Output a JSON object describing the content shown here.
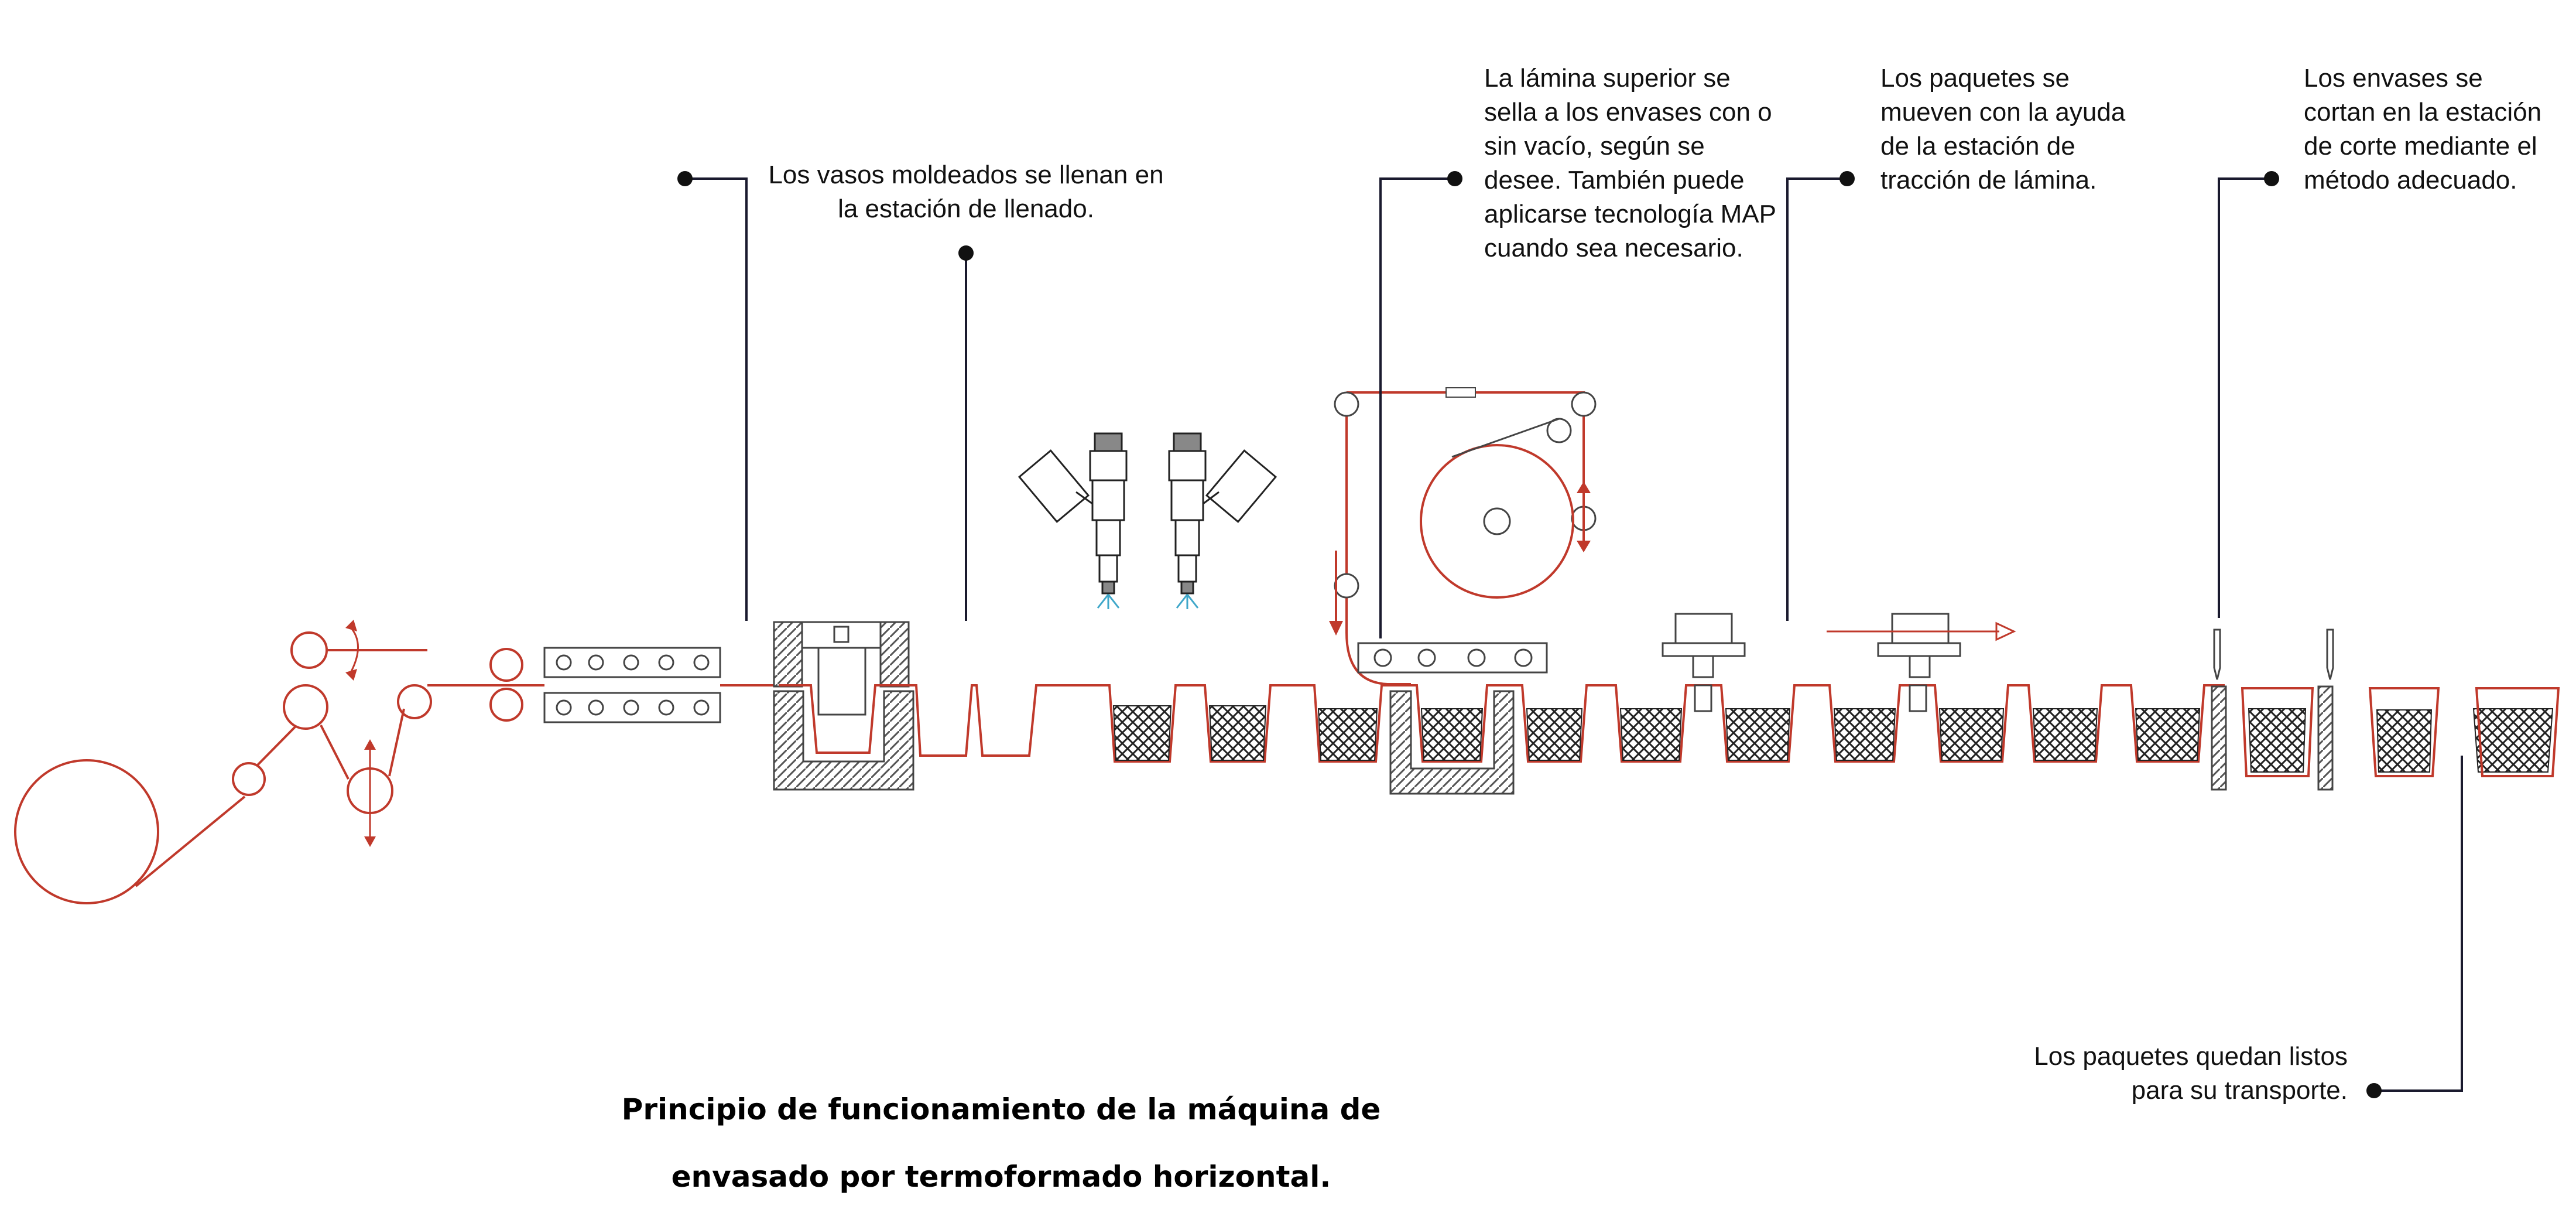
{
  "annotations": {
    "fill_station": "Los vasos moldeados se llenan en la estación de llenado.",
    "seal_station": "La lámina superior se sella a los envases con o sin vacío, según se desee. También puede aplicarse tecnología MAP cuando sea necesario.",
    "traction_station": "Los paquetes se mueven con la ayuda de la estación de tracción de lámina.",
    "cutting_station": "Los envases se cortan en la estación de corte mediante el método adecuado.",
    "transport": "Los paquetes quedan listos para su transporte."
  },
  "title": {
    "line1": "Principio de funcionamiento de la máquina de",
    "line2": "envasado por termoformado horizontal."
  },
  "colors": {
    "film_red": "#c0392b",
    "machine_gray": "#444444",
    "leader_line": "#1a1a2e",
    "spray_blue": "#3fa7c9"
  }
}
